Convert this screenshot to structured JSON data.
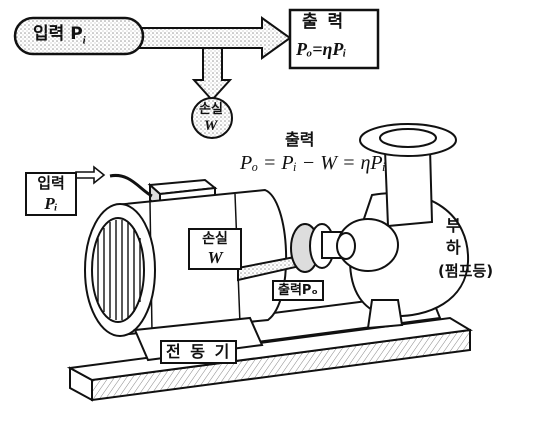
{
  "flow": {
    "input_label": "입력 P",
    "input_sub": "i",
    "output_label": "출  력",
    "output_formula": "Pₒ=ηPᵢ",
    "loss_label": "손실",
    "loss_symbol": "W"
  },
  "equation": {
    "label": "출력",
    "formula": "Pₒ = Pᵢ − W = ηPᵢ"
  },
  "motor": {
    "input_label": "입력",
    "input_symbol": "Pᵢ",
    "loss_label": "손실",
    "loss_symbol": "W",
    "output_label": "출력Pₒ",
    "name_label": "전 동 기"
  },
  "load": {
    "label_line1": "부",
    "label_line2": "하",
    "label_line3": "(펌프등)"
  },
  "colors": {
    "ink": "#111111",
    "shade": "#bdbdbd",
    "paper": "#ffffff"
  }
}
